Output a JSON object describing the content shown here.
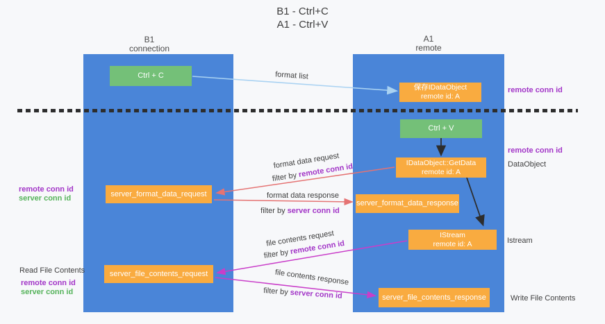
{
  "title": {
    "line1": "B1 - Ctrl+C",
    "line2": "A1 - Ctrl+V"
  },
  "columns": {
    "left": {
      "name": "B1",
      "role": "connection"
    },
    "right": {
      "name": "A1",
      "role": "remote"
    }
  },
  "nodes": {
    "ctrl_c": "Ctrl + C",
    "save_idataobject": {
      "line1": "保存IDataObject",
      "line2": "remote id: A"
    },
    "ctrl_v": "Ctrl + V",
    "getdata": {
      "line1": "IDataObject::GetData",
      "line2": "remote id: A"
    },
    "format_request": "server_format_data_request",
    "format_response": "server_format_data_response",
    "istream": {
      "line1": "IStream",
      "line2": "remote id: A"
    },
    "file_request": "server_file_contents_request",
    "file_response": "server_file_contents_response"
  },
  "flow_labels": {
    "format_list": "format list",
    "format_data_request": "format data request",
    "format_data_response": "format data response",
    "file_contents_request": "file contents request",
    "file_contents_response": "file contents response",
    "filter_by": "filter by ",
    "remote_conn_id": "remote conn id",
    "server_conn_id": "server conn id"
  },
  "side_labels": {
    "remote_conn_id": "remote conn id",
    "server_conn_id": "server conn id",
    "dataobject": "DataObject",
    "istream": "Istream",
    "read_file_contents": "Read File Contents",
    "write_file_contents": "Write File Contents"
  },
  "colors": {
    "column_blue": "#4a85d8",
    "node_green": "#74c078",
    "node_orange": "#f9ab40",
    "arrow_red": "#e57373",
    "arrow_magenta": "#c93ec9",
    "arrow_lightblue": "#a9d2f2",
    "arrow_black": "#2d2d2d",
    "text_purple": "#a235c7",
    "text_green": "#56b35b",
    "text_dark": "#3d3d3d"
  }
}
